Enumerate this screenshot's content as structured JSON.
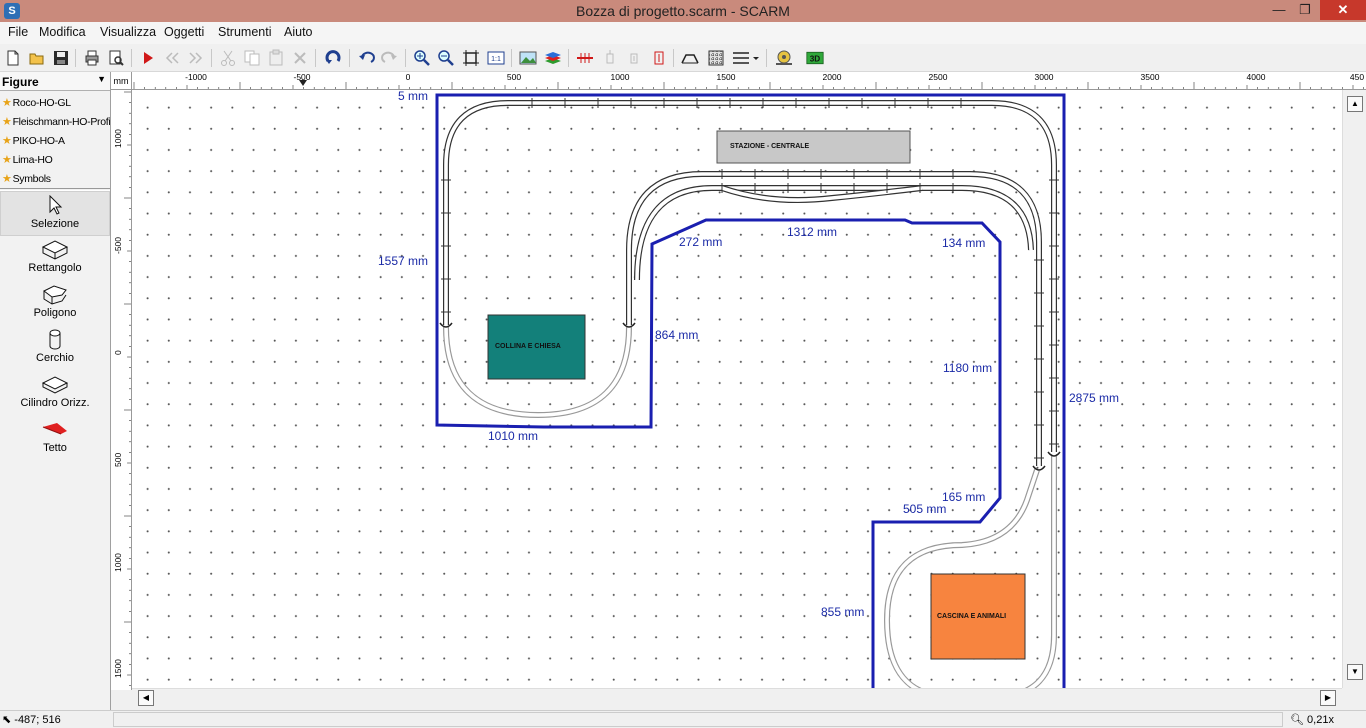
{
  "window": {
    "title": "Bozza di progetto.scarm - SCARM",
    "app_icon": "S",
    "min_glyph": "—",
    "max_glyph": "❐",
    "close_glyph": "✕"
  },
  "menu": [
    "File",
    "Modifica",
    "Visualizza",
    "Oggetti",
    "Strumenti",
    "Aiuto"
  ],
  "toolbar": {
    "icons": [
      "new-file-icon",
      "open-folder-icon",
      "save-icon",
      "print-icon",
      "print-preview-icon",
      "run-train-icon",
      "step-back-icon",
      "step-forward-icon",
      "cut-icon",
      "copy-icon",
      "paste-icon",
      "delete-icon",
      "rotate-icon",
      "undo-icon",
      "redo-icon",
      "zoom-in-icon",
      "zoom-out-icon",
      "zoom-fit-icon",
      "zoom-1to1-icon",
      "terrain-icon",
      "layers-icon",
      "track-tool-icon",
      "flex-track-icon",
      "label-tool-icon",
      "bridge-icon",
      "tunnel-icon",
      "grid-icon",
      "track-list-icon",
      "measure-icon",
      "view-3d-icon"
    ],
    "zoom_1to1_label": "1:1",
    "view3d_label": "3D"
  },
  "sidebar": {
    "title": "Figure",
    "libraries": [
      "Roco-HO-GL",
      "Fleischmann-HO-Profi",
      "PIKO-HO-A",
      "Lima-HO",
      "Symbols"
    ],
    "tools": [
      {
        "label": "Selezione",
        "icon": "cursor-arrow-icon"
      },
      {
        "label": "Rettangolo",
        "icon": "box-shape-icon"
      },
      {
        "label": "Poligono",
        "icon": "polygon-shape-icon"
      },
      {
        "label": "Cerchio",
        "icon": "cylinder-shape-icon"
      },
      {
        "label": "Cilindro Orizz.",
        "icon": "horizontal-cylinder-icon"
      },
      {
        "label": "Tetto",
        "icon": "roof-shape-icon"
      }
    ]
  },
  "ruler": {
    "unit": "mm",
    "top_labels": [
      "-1000",
      "-500",
      "0",
      "500",
      "1000",
      "1500",
      "2000",
      "2500",
      "3000",
      "3500",
      "4000",
      "450"
    ],
    "left_labels": [
      "1000",
      "-500",
      "0",
      "500",
      "1000",
      "1500"
    ]
  },
  "layout_labels": {
    "dimensions": [
      "5 mm",
      "1557 mm",
      "272 mm",
      "1312 mm",
      "134 mm",
      "864 mm",
      "1180 mm",
      "2875 mm",
      "1010 mm",
      "165 mm",
      "505 mm",
      "855 mm"
    ],
    "stazione": "STAZIONE - CENTRALE",
    "collina": "COLLINA E CHIESA",
    "cascina": "CASCINA E ANIMALI"
  },
  "colors": {
    "board_outline": "#1a1fb0",
    "collina_fill": "#13807a",
    "cascina_fill": "#f7843f",
    "stazione_fill": "#c8c8c8",
    "track_stroke": "#333333",
    "dimension_text": "#1a2aa6"
  },
  "statusbar": {
    "coords": "-487; 516",
    "zoom": "0,21x"
  }
}
